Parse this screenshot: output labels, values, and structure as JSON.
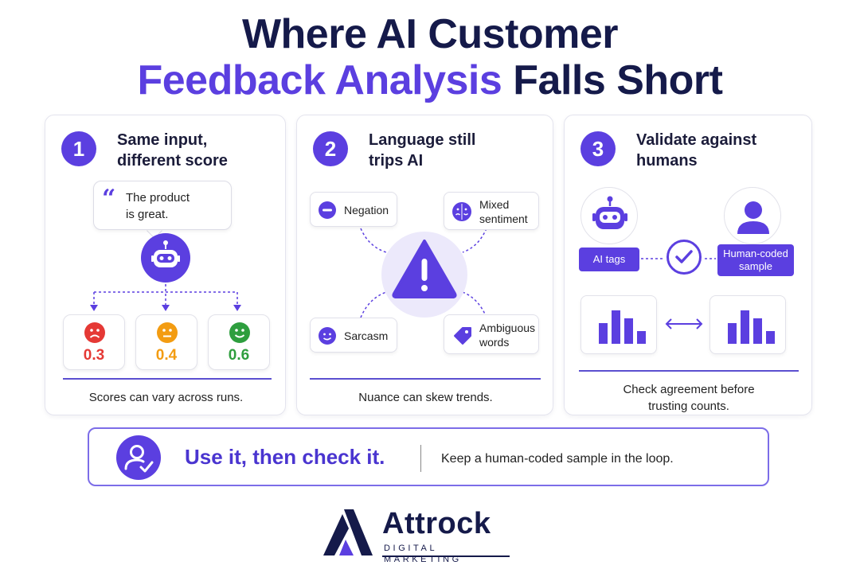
{
  "title": {
    "line1": "Where AI Customer",
    "line2_accent": "Feedback Analysis",
    "line2_rest": "Falls Short"
  },
  "cards": [
    {
      "number": "1",
      "title_line1": "Same input,",
      "title_line2": "different score",
      "quote_line1": "The product",
      "quote_line2": "is great.",
      "scores": [
        {
          "value": "0.3",
          "color": "#e53935",
          "icon": "sad-face-icon"
        },
        {
          "value": "0.4",
          "color": "#f39c12",
          "icon": "neutral-face-icon"
        },
        {
          "value": "0.6",
          "color": "#2e9e3e",
          "icon": "happy-face-icon"
        }
      ],
      "caption": "Scores can vary across runs."
    },
    {
      "number": "2",
      "title_line1": "Language still",
      "title_line2": "trips AI",
      "tags": {
        "negation": "Negation",
        "mixed_line1": "Mixed",
        "mixed_line2": "sentiment",
        "sarcasm": "Sarcasm",
        "ambiguous_line1": "Ambiguous",
        "ambiguous_line2": "words"
      },
      "caption": "Nuance can skew trends."
    },
    {
      "number": "3",
      "title_line1": "Validate against",
      "title_line2": "humans",
      "ai_label": "AI tags",
      "human_label_line1": "Human-coded",
      "human_label_line2": "sample",
      "caption_line1": "Check agreement before",
      "caption_line2": "trusting counts."
    }
  ],
  "banner": {
    "headline": "Use it, then check it.",
    "text": "Keep a human-coded sample in the loop."
  },
  "logo": {
    "name": "Attrock",
    "tagline": "DIGITAL MARKETING"
  },
  "colors": {
    "accent": "#5b3fe0",
    "navy": "#151a4a"
  }
}
